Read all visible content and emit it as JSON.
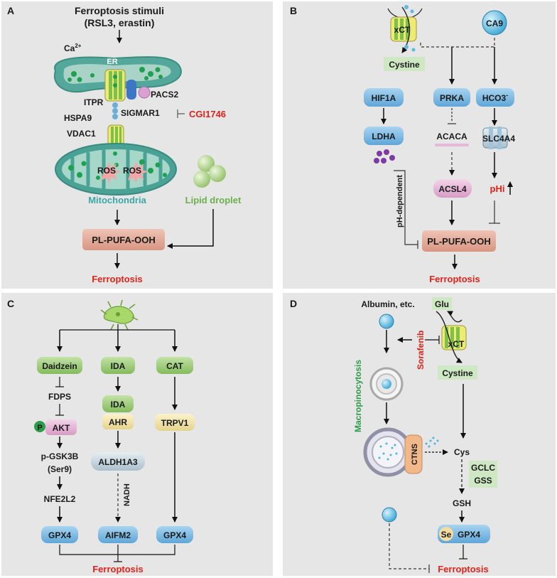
{
  "panels": {
    "A": {
      "letter": "A",
      "stimuli_line1": "Ferroptosis stimuli",
      "stimuli_line2": "(RSL3, erastin)",
      "ca": "Ca",
      "ca_sup": "2+",
      "er": "ER",
      "itpr": "ITPR",
      "pacs2": "PACS2",
      "sigmar1": "SIGMAR1",
      "inhibitor": "CGI1746",
      "hspa9": "HSPA9",
      "vdac1": "VDAC1",
      "ros1": "ROS",
      "ros2": "ROS",
      "mitochondria": "Mitochondria",
      "lipid_droplet": "Lipid droplet",
      "plpufa": "PL-PUFA-OOH",
      "outcome": "Ferroptosis"
    },
    "B": {
      "letter": "B",
      "xct": "xCT",
      "ca9": "CA9",
      "cystine": "Cystine",
      "hif1a": "HIF1A",
      "prka": "PRKA",
      "hco3": "HCO3",
      "hco3_sup": "-",
      "ldha": "LDHA",
      "acaca": "ACACA",
      "slc4a4": "SLC4A4",
      "ph_dependent": "pH-dependent",
      "acsl4": "ACSL4",
      "phi": "pHi",
      "plpufa": "PL-PUFA-OOH",
      "outcome": "Ferroptosis"
    },
    "C": {
      "letter": "C",
      "daidzein": "Daidzein",
      "ida": "IDA",
      "cat": "CAT",
      "fdps": "FDPS",
      "ida2": "IDA",
      "ahr": "AHR",
      "p": "P",
      "akt": "AKT",
      "trpv1": "TRPV1",
      "pgsk3b": "p-GSK3B",
      "ser9": "(Ser9)",
      "aldh1a3": "ALDH1A3",
      "nfe2l2": "NFE2L2",
      "nadh": "NADH",
      "gpx4_left": "GPX4",
      "aifm2": "AIFM2",
      "gpx4_right": "GPX4",
      "outcome": "Ferroptosis"
    },
    "D": {
      "letter": "D",
      "albumin": "Albumin, etc.",
      "glu": "Glu",
      "xct": "xCT",
      "sorafenib": "Sorafenib",
      "cystine": "Cystine",
      "macropinocytosis": "Macropinocytosis",
      "ctns": "CTNS",
      "cys": "Cys",
      "gclc": "GCLC",
      "gss": "GSS",
      "gsh": "GSH",
      "se": "Se",
      "gpx4": "GPX4",
      "outcome": "Ferroptosis"
    }
  },
  "colors": {
    "panel_bg": "#e6e6e6",
    "red_text": "#e2231a",
    "teal_text": "#3aa6a6",
    "green_text": "#6ab04c",
    "blue_box": "#7db8e0",
    "salmon_box": "#e2ae9c",
    "green_box": "#9ccc78",
    "pink_box": "#e7b7d8",
    "yellow_box": "#f3e6a6",
    "pale_green_box": "#cfe8c4"
  }
}
